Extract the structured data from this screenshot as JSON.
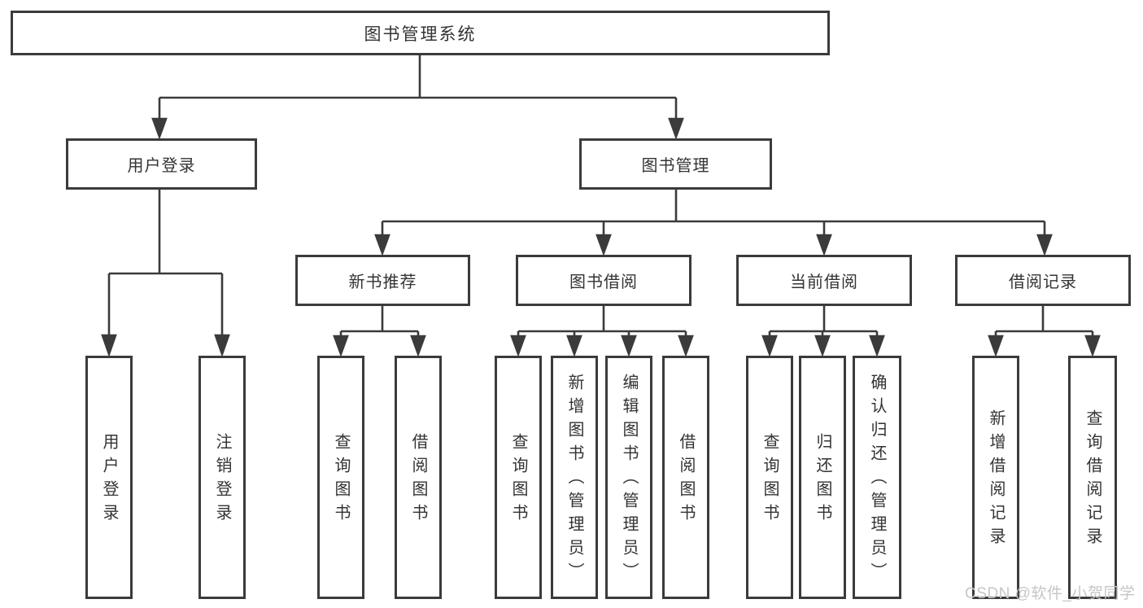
{
  "diagram": {
    "root": {
      "label": "图书管理系统"
    },
    "children": [
      {
        "label": "用户登录",
        "children": [
          {
            "label": "用户登录"
          },
          {
            "label": "注销登录"
          }
        ]
      },
      {
        "label": "图书管理",
        "children": [
          {
            "label": "新书推荐",
            "children": [
              {
                "label": "查询图书"
              },
              {
                "label": "借阅图书"
              }
            ]
          },
          {
            "label": "图书借阅",
            "children": [
              {
                "label": "查询图书"
              },
              {
                "label": "新增图书（管理员）"
              },
              {
                "label": "编辑图书（管理员）"
              },
              {
                "label": "借阅图书"
              }
            ]
          },
          {
            "label": "当前借阅",
            "children": [
              {
                "label": "查询图书"
              },
              {
                "label": "归还图书"
              },
              {
                "label": "确认归还（管理员）"
              }
            ]
          },
          {
            "label": "借阅记录",
            "children": [
              {
                "label": "新增借阅记录"
              },
              {
                "label": "查询借阅记录"
              }
            ]
          }
        ]
      }
    ]
  },
  "watermark": {
    "text": "CSDN @软件_小贺同学"
  },
  "colors": {
    "line": "#3b3b3b",
    "text": "#333333",
    "background": "#ffffff",
    "watermark": "#c6c6c6"
  }
}
